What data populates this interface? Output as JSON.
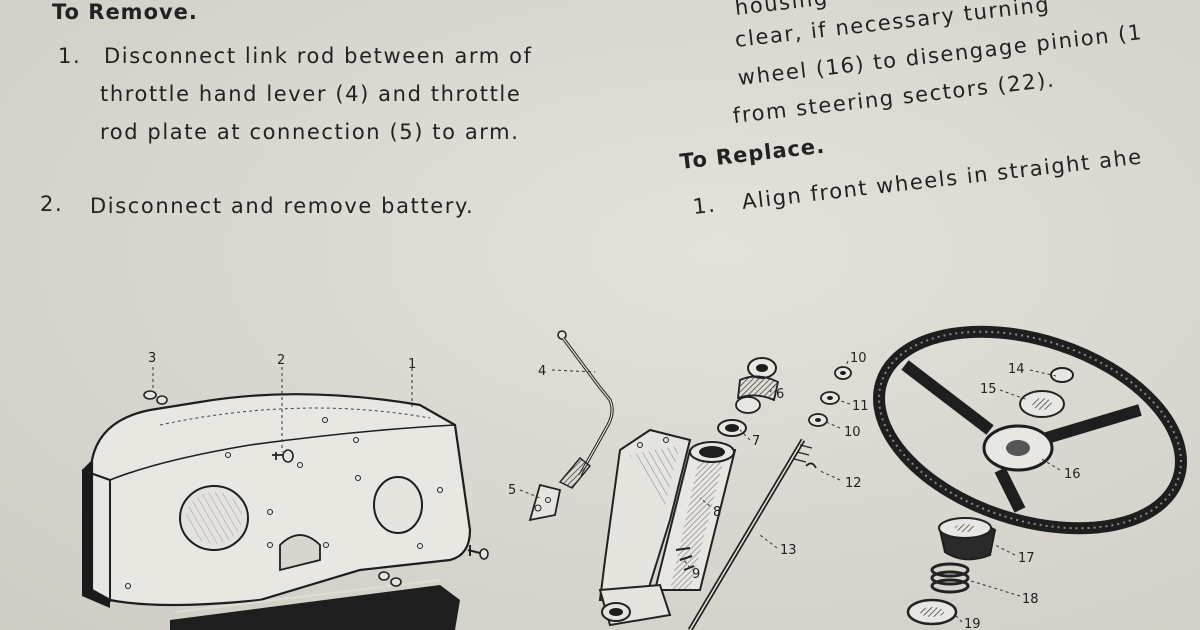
{
  "left": {
    "heading": "To Remove.",
    "step1": {
      "num": "1.",
      "lines": [
        "Disconnect link rod between arm of",
        "throttle hand lever (4) and throttle",
        "rod plate at connection (5) to arm."
      ]
    },
    "step2": {
      "num": "2.",
      "text": "Disconnect and remove battery."
    }
  },
  "right": {
    "lines": [
      "housing",
      "clear, if necessary turning",
      "wheel (16) to disengage pinion (1",
      "from steering sectors (22)."
    ],
    "heading": "To Replace.",
    "step1": {
      "num": "1.",
      "text": "Align front wheels in straight ahe"
    }
  },
  "diagram": {
    "labels": [
      "1",
      "2",
      "3",
      "4",
      "5",
      "6",
      "7",
      "8",
      "9",
      "10",
      "11",
      "10",
      "12",
      "13",
      "14",
      "15",
      "16",
      "17",
      "18",
      "19"
    ]
  }
}
